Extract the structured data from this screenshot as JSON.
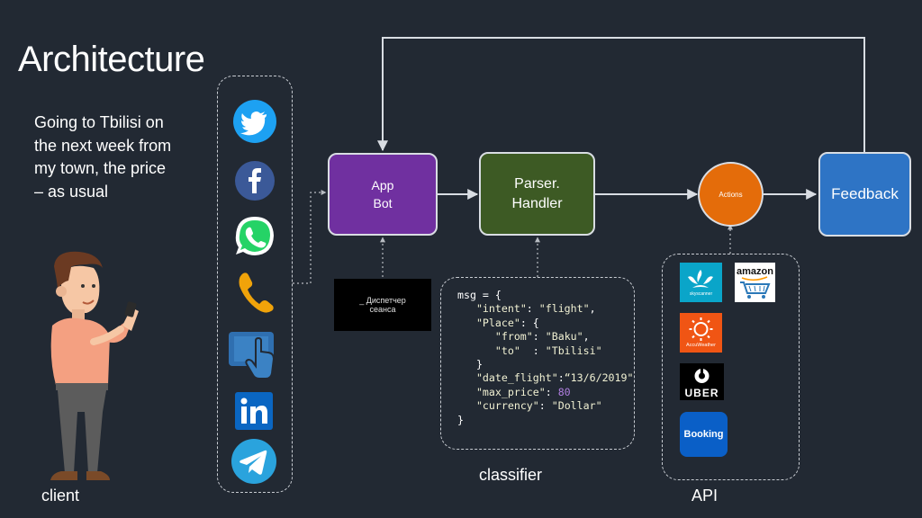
{
  "title": "Architecture",
  "description": "Going to Tbilisi on\nthe next week from\nmy town, the price\n– as usual",
  "labels": {
    "client": "client",
    "classifier": "classifier",
    "api": "API",
    "session_dispatcher": "_ Диспетчер\nсеанса"
  },
  "nodes": {
    "app_bot": "App\nBot",
    "parser": "Parser.\nHandler",
    "actions": "Actions",
    "feedback": "Feedback"
  },
  "colors": {
    "app_bot": "#7030a0",
    "parser": "#3d5a24",
    "actions": "#e46c0a",
    "feedback": "#2e74c5",
    "background": "#222933"
  },
  "code": {
    "line1": "msg = {",
    "intent_key": "\"intent\"",
    "intent_val": "\"flight\"",
    "place_key": "\"Place\"",
    "from_key": "\"from\"",
    "from_val": "\"Baku\"",
    "to_key": "\"to\"",
    "to_val": "\"Tbilisi\"",
    "date_key": "\"date_flight\"",
    "date_val": "“13/6/2019\"",
    "price_key": "\"max_price\"",
    "price_val": "80",
    "currency_key": "\"currency\"",
    "currency_val": "\"Dollar\""
  },
  "channels": [
    "twitter-icon",
    "facebook-icon",
    "whatsapp-icon",
    "phone-icon",
    "tablet-touch-icon",
    "linkedin-icon",
    "telegram-icon"
  ],
  "apis": {
    "skyscanner": "skyscanner",
    "amazon": "amazon",
    "accuweather": "AccuWeather",
    "uber": "UBER",
    "booking": "Booking"
  }
}
